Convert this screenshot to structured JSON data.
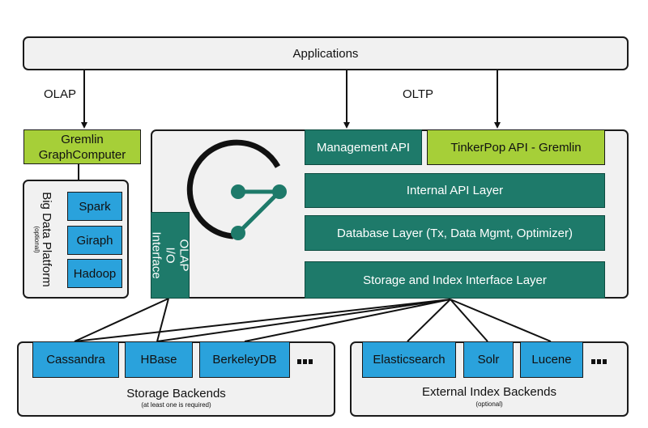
{
  "top": {
    "applications_label": "Applications"
  },
  "flows": {
    "olap_label": "OLAP",
    "oltp_label": "OLTP"
  },
  "left": {
    "gremlin_box": "Gremlin\nGraphComputer",
    "big_data_title": "Big Data Platform",
    "big_data_note": "(optional)",
    "items": [
      "Spark",
      "Giraph",
      "Hadoop"
    ]
  },
  "olap_io": {
    "label": "OLAP I/O\nInterface"
  },
  "core": {
    "management_api": "Management API",
    "tinkerpop_api": "TinkerPop API - Gremlin",
    "internal_api": "Internal API Layer",
    "database_layer": "Database Layer (Tx, Data Mgmt, Optimizer)",
    "storage_index_layer": "Storage and Index Interface Layer"
  },
  "storage": {
    "title": "Storage Backends",
    "note": "(at least one is required)",
    "items": [
      "Cassandra",
      "HBase",
      "BerkeleyDB"
    ]
  },
  "index": {
    "title": "External Index Backends",
    "note": "(optional)",
    "items": [
      "Elasticsearch",
      "Solr",
      "Lucene"
    ]
  },
  "colors": {
    "teal": "#1e7a6a",
    "lime": "#a6cf38",
    "blue": "#2aa2dc",
    "frame_bg": "#f1f1f1"
  },
  "icons": {
    "logo": "janusgraph-logo-icon",
    "more": "more-dots-icon"
  }
}
